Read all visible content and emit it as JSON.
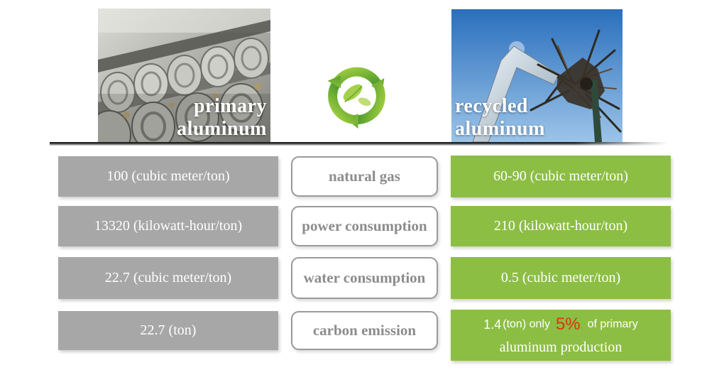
{
  "slide": {
    "header": {
      "primary_photo": {
        "caption_line1": "primary",
        "caption_line2": "aluminum"
      },
      "recycled_photo": {
        "caption_line1": "recycled",
        "caption_line2": "aluminum"
      },
      "recycle_icon": "recycle-arrows-with-leaves"
    },
    "comparison": {
      "rows": [
        {
          "primary": "100 (cubic meter/ton)",
          "metric": "natural gas",
          "recycled": "60-90 (cubic meter/ton)"
        },
        {
          "primary": "13320 (kilowatt-hour/ton)",
          "metric": "power consumption",
          "recycled": "210 (kilowatt-hour/ton)"
        },
        {
          "primary": "22.7 (cubic meter/ton)",
          "metric": "water consumption",
          "recycled": "0.5 (cubic meter/ton)"
        },
        {
          "primary": "22.7 (ton)",
          "metric": "carbon emission",
          "recycled_value": "1.4",
          "recycled_unit": "(ton) only",
          "recycled_pct": "5%",
          "recycled_rest": "of primary",
          "recycled_line2": "aluminum production"
        }
      ]
    },
    "colors": {
      "green": "#8cbe44",
      "gray": "#a7a7a7",
      "label_gray": "#8c8c8c",
      "red": "#e3300e"
    }
  }
}
